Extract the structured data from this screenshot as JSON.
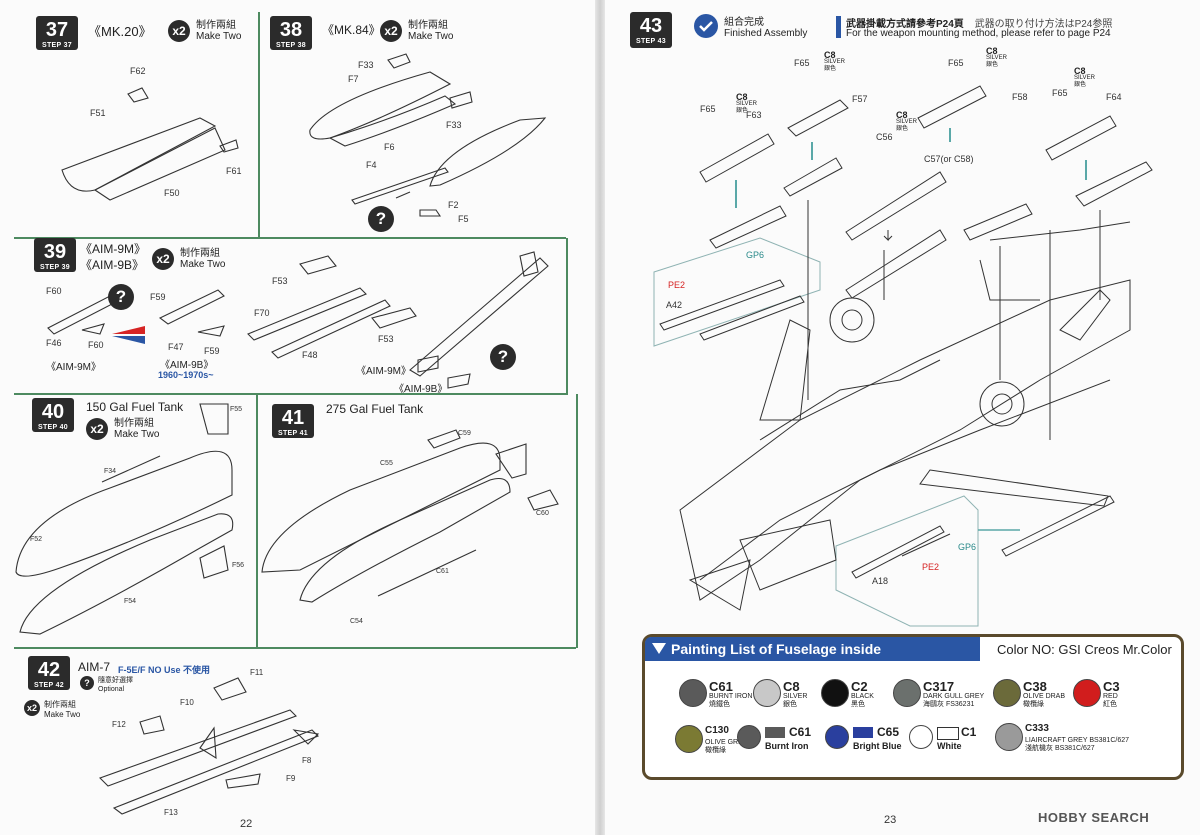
{
  "left_page": {
    "page_number": "22",
    "steps": [
      {
        "id": "37",
        "step_label": "STEP 37",
        "title": "《MK.20》",
        "qty": "x2",
        "make_cn": "制作兩組",
        "make_en": "Make Two",
        "parts": [
          "F62",
          "F51",
          "F50",
          "F61"
        ]
      },
      {
        "id": "38",
        "step_label": "STEP 38",
        "title": "《MK.84》",
        "qty": "x2",
        "make_cn": "制作兩組",
        "make_en": "Make Two",
        "parts": [
          "F33",
          "F7",
          "F6",
          "F33",
          "F4",
          "F2",
          "F5"
        ]
      },
      {
        "id": "39",
        "step_label": "STEP 39",
        "title_lines": [
          "《AIM-9M》",
          "《AIM-9B》"
        ],
        "qty": "x2",
        "make_cn": "制作兩組",
        "make_en": "Make Two",
        "parts": [
          "F60",
          "F46",
          "F60",
          "F59",
          "F47",
          "F59",
          "F53",
          "F70",
          "F48",
          "F53"
        ],
        "variant_labels": [
          "《AIM-9M》",
          "《AIM-9B》",
          "《AIM-9M》",
          "《AIM-9B》"
        ],
        "era": "1960~1970s~"
      },
      {
        "id": "40",
        "step_label": "STEP 40",
        "title": "150 Gal Fuel Tank",
        "qty": "x2",
        "make_cn": "制作兩組",
        "make_en": "Make Two",
        "parts": [
          "F55",
          "F34",
          "F52",
          "F56",
          "F54"
        ]
      },
      {
        "id": "41",
        "step_label": "STEP 41",
        "title": "275  Gal Fuel Tank",
        "parts": [
          "C59",
          "C55",
          "C60",
          "C61",
          "C54"
        ]
      },
      {
        "id": "42",
        "step_label": "STEP 42",
        "title": "AIM-7",
        "note": "F-5E/F  NO  Use  不使用",
        "optional_cn": "隨意好選擇",
        "optional_en": "Optional",
        "qty": "x2",
        "make_cn": "制作兩組",
        "make_en": "Make Two",
        "parts": [
          "F11",
          "F10",
          "F12",
          "F8",
          "F9",
          "F13"
        ]
      }
    ]
  },
  "right_page": {
    "page_number": "23",
    "step": {
      "id": "43",
      "step_label": "STEP 43",
      "complete_cn": "組合完成",
      "complete_en": "Finished Assembly"
    },
    "weapon_note_cn": "武器掛載方式請參考P24頁",
    "weapon_note_jp": "武器の取り付け方法はP24参照",
    "weapon_note_en": "For the weapon mounting method, please refer to page P24",
    "parts": [
      "F65",
      "F65",
      "F65",
      "F65",
      "F57",
      "F58",
      "F64",
      "F63",
      "C56",
      "C57(or C58)",
      "GP6",
      "PE2",
      "A42",
      "GP6",
      "PE2",
      "A18"
    ],
    "silver_tags": [
      {
        "code": "C8",
        "cn": "SILVER",
        "sub": "銀色"
      },
      {
        "code": "C8",
        "cn": "SILVER",
        "sub": "銀色"
      },
      {
        "code": "C8",
        "cn": "SILVER",
        "sub": "銀色"
      },
      {
        "code": "C8",
        "cn": "SILVER",
        "sub": "銀色"
      },
      {
        "code": "C8",
        "cn": "SILVER",
        "sub": "銀色"
      }
    ],
    "painting": {
      "title": "Painting List of Fuselage inside",
      "color_no": "Color NO: GSI Creos Mr.Color",
      "row1": [
        {
          "code": "C61",
          "name": "BURNT IRON",
          "sub": "燒鐵色",
          "color": "#5a5a5a"
        },
        {
          "code": "C8",
          "name": "SILVER",
          "sub": "銀色",
          "color": "#c8c8c8"
        },
        {
          "code": "C2",
          "name": "BLACK",
          "sub": "黑色",
          "color": "#111111"
        },
        {
          "code": "C317",
          "name": "DARK GULL GREY",
          "sub": "海鷗灰 FS36231",
          "color": "#6b706d"
        },
        {
          "code": "C38",
          "name": "OLIVE DRAB",
          "sub": "橄欖綠",
          "color": "#6b6a3a"
        },
        {
          "code": "C3",
          "name": "RED",
          "sub": "紅色",
          "color": "#d11d1d"
        }
      ],
      "row2": [
        {
          "code": "C130",
          "name": "OLIVE GREEN",
          "sub": "橄欖綠",
          "color": "#7b7a33",
          "kind": "round"
        },
        {
          "code": "C61",
          "name": "Burnt Iron",
          "color": "#5a5a5a",
          "kind": "swatch"
        },
        {
          "code": "C65",
          "name": "Bright Blue",
          "color": "#2a3f9e",
          "kind": "swatch"
        },
        {
          "code": "C1",
          "name": "White",
          "color": "#ffffff",
          "kind": "swatch"
        },
        {
          "code": "C333",
          "name": "LIAIRCRAFT GREY BS381C/627",
          "sub": "淺航機灰 BS381C/627",
          "color": "#9a9a9a",
          "kind": "round"
        }
      ]
    }
  },
  "watermark": "HOBBY SEARCH"
}
